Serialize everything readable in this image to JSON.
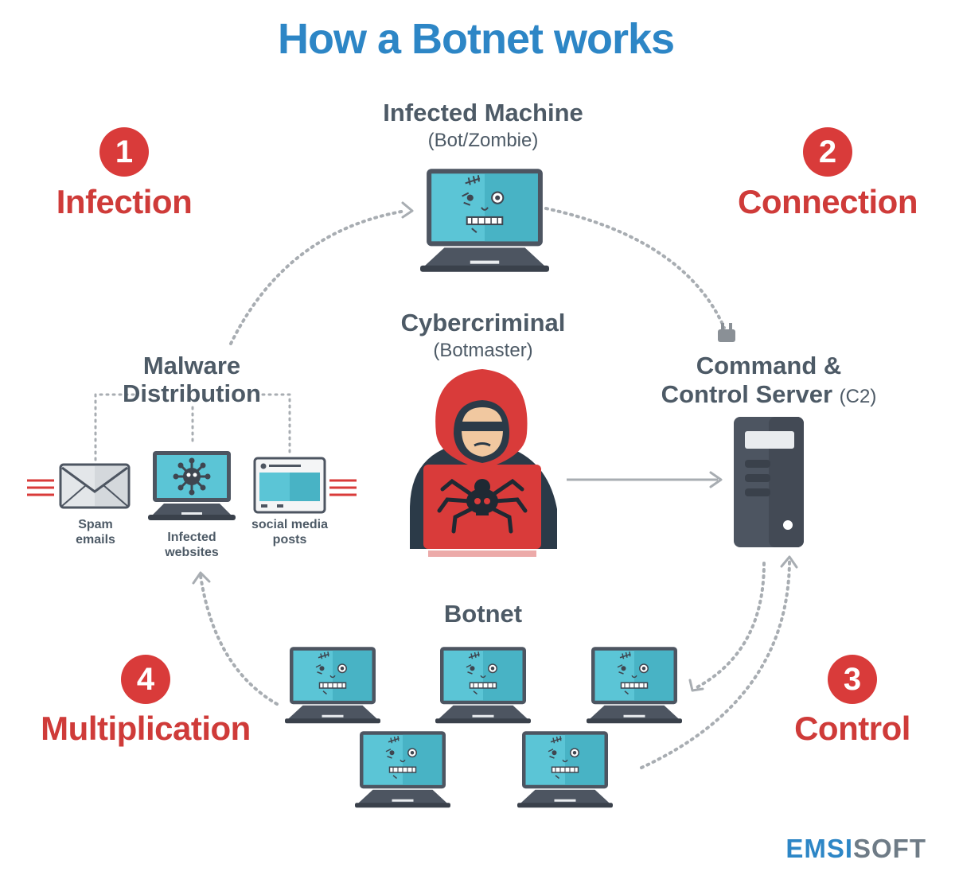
{
  "title": "How a Botnet works",
  "steps": [
    {
      "number": "1",
      "label": "Infection"
    },
    {
      "number": "2",
      "label": "Connection"
    },
    {
      "number": "3",
      "label": "Control"
    },
    {
      "number": "4",
      "label": "Multiplication"
    }
  ],
  "nodes": {
    "infected_machine": {
      "label": "Infected Machine",
      "sub": "(Bot/Zombie)"
    },
    "cybercriminal": {
      "label": "Cybercriminal",
      "sub": "(Botmaster)"
    },
    "c2": {
      "label_line1": "Command &",
      "label_line2": "Control Server",
      "sub": "(C2)"
    },
    "malware": {
      "label_line1": "Malware",
      "label_line2": "Distribution"
    },
    "botnet": {
      "label": "Botnet"
    }
  },
  "distribution": {
    "spam": {
      "line1": "Spam",
      "line2": "emails"
    },
    "websites": {
      "line1": "Infected",
      "line2": "websites"
    },
    "social": {
      "line1": "social media",
      "line2": "posts"
    }
  },
  "brand": {
    "part1": "EMSI",
    "part2": "SOFT"
  },
  "colors": {
    "accent_blue": "#2d86c6",
    "accent_red": "#d93b3a",
    "dark_gray": "#4d5a66",
    "screen_blue": "#5bc5d6"
  }
}
